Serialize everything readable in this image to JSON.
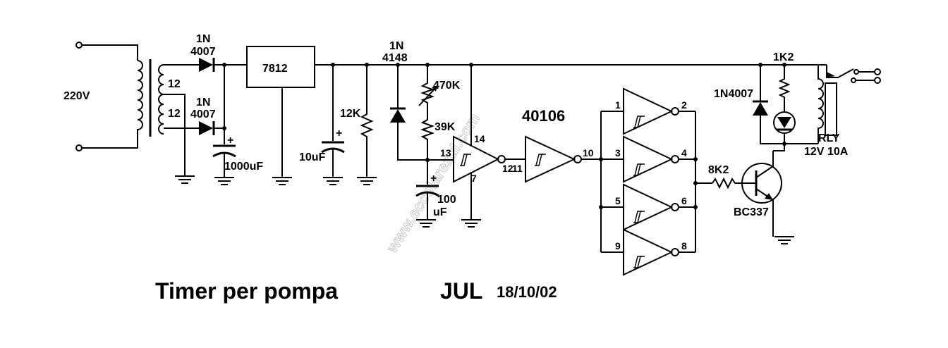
{
  "schematic": {
    "mains": "220V",
    "winding_a": "12",
    "winding_b": "12",
    "d1_a": "1N",
    "d1_b": "4007",
    "d2_a": "1N",
    "d2_b": "4007",
    "reg": "7812",
    "c1": "1000uF",
    "c2": "10uF",
    "r1": "12K",
    "d3_a": "1N",
    "d3_b": "4148",
    "pot": "470K",
    "r2": "39K",
    "c3_a": "100",
    "c3_b": "uF",
    "ic": "40106",
    "d4": "1N4007",
    "r4": "1K2",
    "relay_a": "RLY",
    "relay_b": "12V 10A",
    "r3": "8K2",
    "q1": "BC337",
    "plus": "+",
    "pins": {
      "p1": "1",
      "p2": "2",
      "p3": "3",
      "p4": "4",
      "p5": "5",
      "p6": "6",
      "p7": "7",
      "p8": "8",
      "p9": "9",
      "p10": "10",
      "p11": "11",
      "p12": "12",
      "p13": "13",
      "p14": "14"
    }
  },
  "title": "Timer per pompa",
  "author": "JUL",
  "date": "18/10/02",
  "watermark": "www.eccolarezul.com"
}
